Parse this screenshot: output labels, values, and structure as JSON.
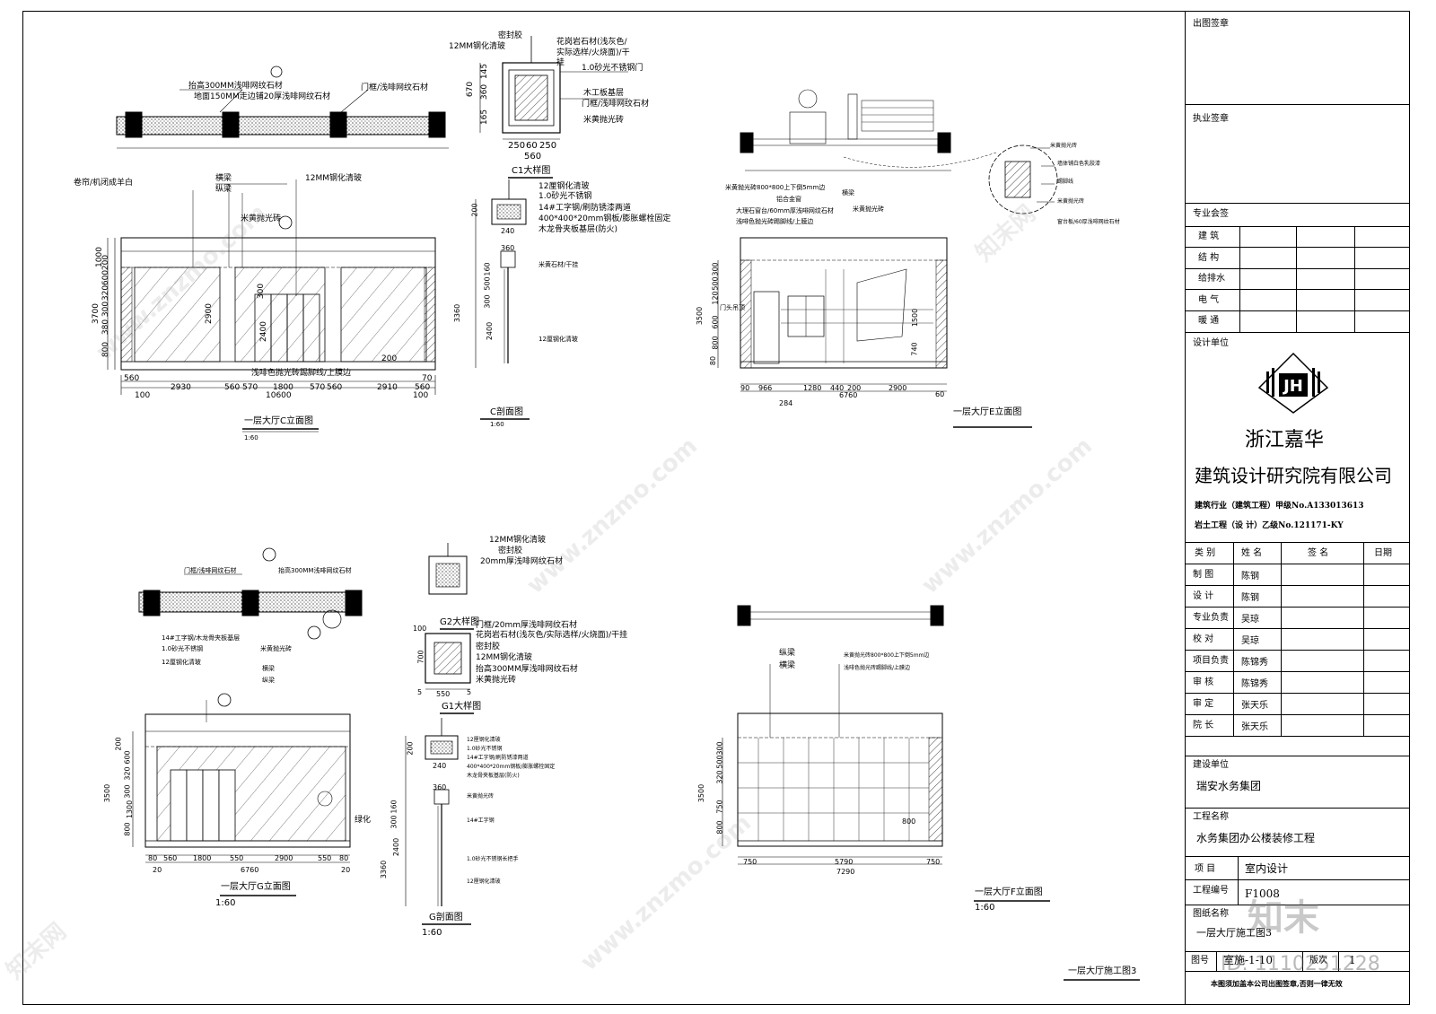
{
  "drawings": {
    "c_elev": {
      "title": "一层大厅C立面图",
      "scale": "1:60",
      "notes": [
        "抬高300MM浅啡网纹石材",
        "地面150MM走边铺20厚浅啡网纹石材",
        "门框/浅啡网纹石材",
        "横梁",
        "纵梁",
        "12MM钢化清玻",
        "米黄抛光砖",
        "卷帘/机闭成羊白",
        "浅啡色抛光砖踢脚线/上膜边"
      ],
      "dims_bottom": [
        "560",
        "2930",
        "560",
        "570",
        "1800",
        "570",
        "560",
        "2910",
        "560"
      ],
      "total": "10600",
      "ends": [
        "100",
        "100",
        "70",
        "70"
      ],
      "dims_left": [
        "1000",
        "200",
        "600",
        "320",
        "300",
        "3700",
        "380",
        "800"
      ],
      "dims_inner": [
        "2900",
        "2400",
        "300",
        "200"
      ]
    },
    "c1": {
      "title": "C1大样图",
      "dims": [
        "250",
        "60",
        "250",
        "560"
      ],
      "vdims": [
        "670",
        "145",
        "360",
        "165"
      ],
      "notes": [
        "12MM钢化清玻",
        "密封胶",
        "花岗岩石材(浅灰色/实际选样/火烧面)/干挂",
        "1.0砂光不锈钢门",
        "木工板基层",
        "门框/浅啡网纹石材",
        "米黄抛光砖"
      ]
    },
    "c_sec": {
      "title": "C剖面图",
      "scale": "1:60",
      "notes": [
        "12厘钢化清玻",
        "1.0砂光不锈钢",
        "14#工字钢/刷防锈漆两道",
        "400*400*20mm钢板/膨胀螺栓固定",
        "木龙骨夹板基层(防火)",
        "米黄石材/干挂",
        "12厘钢化清玻"
      ],
      "dims": [
        "200",
        "240",
        "360",
        "160",
        "500",
        "300",
        "3360",
        "2400"
      ]
    },
    "e_elev": {
      "title": "一层大厅E立面图",
      "dims_bottom": [
        "90",
        "966",
        "1280",
        "440",
        "200",
        "2900",
        "60"
      ],
      "total": "6760",
      "sub": "284",
      "dims_left": [
        "300",
        "500",
        "120",
        "3500",
        "1500",
        "600",
        "800",
        "740",
        "80"
      ],
      "notes": [
        "米黄抛光砖800*800上下倒5mm边",
        "铝合金窗",
        "横梁",
        "大理石窗台/60mm厚浅啡网纹石材",
        "浅啡色抛光砖踢脚线/上膜边",
        "门头吊顶",
        "米黄抛光砖"
      ]
    },
    "e_detail": {
      "notes": [
        "米黄抛光砖",
        "墙体铺白色乳胶漆",
        "踢脚线",
        "米黄抛光砖",
        "窗台板/60厚浅啡网纹石材"
      ]
    },
    "g_elev": {
      "title": "一层大厅G立面图",
      "scale": "1:60",
      "notes": [
        "门框/浅啡网纹石材",
        "抬高300MM浅啡网纹石材",
        "14#工字钢/木龙骨夹板基层",
        "1.0砂光不锈钢",
        "12厘钢化清玻",
        "米黄抛光砖",
        "横梁",
        "纵梁",
        "绿化"
      ],
      "dims_bottom": [
        "80",
        "560",
        "1800",
        "550",
        "2900",
        "550",
        "80"
      ],
      "total": "6760",
      "ends": [
        "20",
        "20"
      ],
      "dims_left": [
        "200",
        "600",
        "320",
        "300",
        "3500",
        "1300",
        "800"
      ]
    },
    "g2": {
      "title": "G2大样图",
      "notes": [
        "12MM钢化清玻",
        "密封胶",
        "20mm厚浅啡网纹石材"
      ]
    },
    "g1": {
      "title": "G1大样图",
      "dims": [
        "5",
        "550",
        "5"
      ],
      "vdims": [
        "100",
        "700"
      ],
      "notes": [
        "门框/20mm厚浅啡网纹石材",
        "花岗岩石材(浅灰色/实际选样/火烧面)/干挂",
        "密封胶",
        "12MM钢化清玻",
        "抬高300MM厚浅啡网纹石材",
        "米黄抛光砖"
      ]
    },
    "g_sec": {
      "title": "G剖面图",
      "scale": "1:60",
      "notes": [
        "12厘钢化清玻",
        "1.0砂光不锈钢",
        "14#工字钢/刷防锈漆两道",
        "400*400*20mm钢板/膨胀螺栓固定",
        "木龙骨夹板基层(防火)",
        "米黄抛光砖",
        "14#工字钢",
        "1.0砂光不锈钢长把手",
        "12厘钢化清玻"
      ],
      "dims": [
        "200",
        "240",
        "360",
        "160",
        "300",
        "2400",
        "3360"
      ]
    },
    "f_elev": {
      "title": "一层大厅F立面图",
      "scale": "1:60",
      "notes": [
        "纵梁",
        "横梁",
        "米黄抛光砖800*800上下倒5mm边",
        "浅啡色抛光砖踢脚线/上膜边"
      ],
      "dims_bottom": [
        "750",
        "5790",
        "750"
      ],
      "total": "7290",
      "inner": "800",
      "dims_left": [
        "300",
        "500",
        "320",
        "3500",
        "750",
        "800"
      ]
    },
    "sheet_note": "一层大厅施工图3"
  },
  "title_block": {
    "out_sign": "出图签章",
    "prac_sign": "执业签章",
    "disc_sign": "专业会签",
    "disciplines": [
      "建  筑",
      "结  构",
      "给排水",
      "电  气",
      "暖  通"
    ],
    "design_unit": "设计单位",
    "logo": "JH",
    "company_line1": "浙江嘉华",
    "company_line2": "建筑设计研究院有限公司",
    "cert1": "建筑行业（建筑工程）甲级No.A133013613",
    "cert2": "岩土工程（设    计）乙级No.121171-KY",
    "headers": [
      "类  别",
      "姓  名",
      "签  名",
      "日期"
    ],
    "staff": [
      {
        "role": "制  图",
        "name": "陈钢"
      },
      {
        "role": "设  计",
        "name": "陈钢"
      },
      {
        "role": "专业负责",
        "name": "吴琼"
      },
      {
        "role": "校  对",
        "name": "吴琼"
      },
      {
        "role": "项目负责",
        "name": "陈锦秀"
      },
      {
        "role": "审  核",
        "name": "陈锦秀"
      },
      {
        "role": "审  定",
        "name": "张天乐"
      },
      {
        "role": "院  长",
        "name": "张天乐"
      }
    ],
    "client_label": "建设单位",
    "client": "瑞安水务集团",
    "project_label": "工程名称",
    "project": "水务集团办公楼装修工程",
    "item_label": "项  目",
    "item": "室内设计",
    "code_label": "工程编号",
    "code": "F1008",
    "dwg_name_label": "图纸名称",
    "dwg_name": "一层大厅施工图3",
    "no_label": "图号",
    "no": "室施-1-10",
    "ver_label": "版次",
    "ver": "1",
    "footer": "本图须加盖本公司出图签章,否则一律无效"
  },
  "watermark": {
    "site": "www.znzmo.com",
    "brand": "知末网",
    "logo": "知末",
    "id": "ID: 1110251228"
  }
}
